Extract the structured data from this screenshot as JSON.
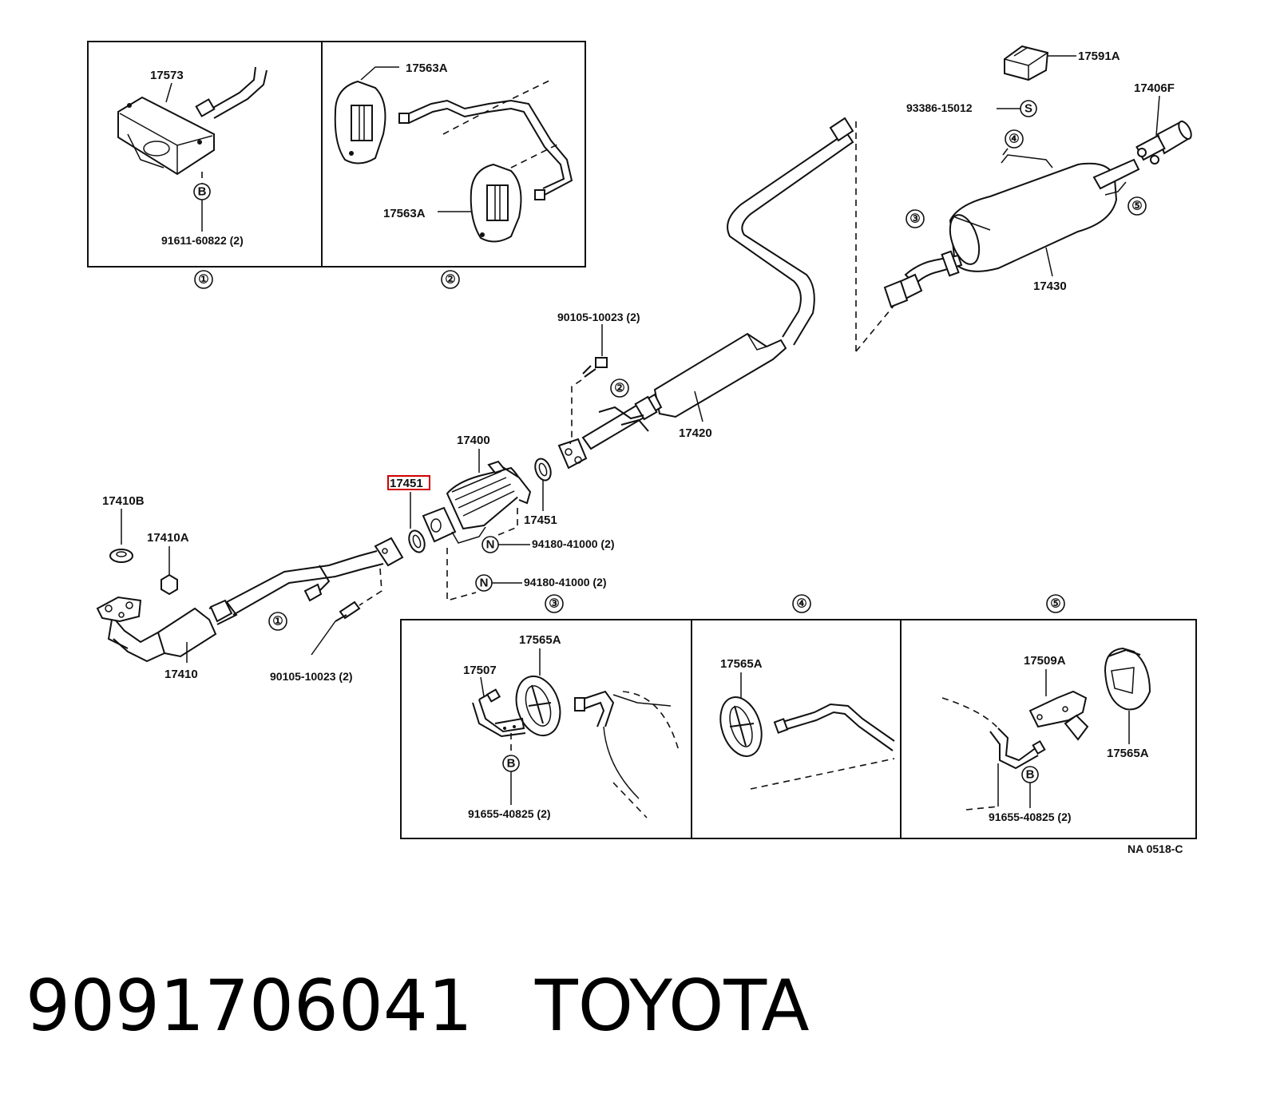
{
  "inset_boxes": {
    "box1": {
      "parts": [
        "17573",
        "91611-60822 (2)"
      ],
      "code": "B",
      "number": "①"
    },
    "box2": {
      "parts": [
        "17563A",
        "17563A"
      ],
      "number": "②"
    }
  },
  "main_parts": {
    "p17591A": "17591A",
    "p17406F": "17406F",
    "p93386": "93386-15012",
    "code_S": "S",
    "n3": "③",
    "n4": "④",
    "n5": "⑤",
    "p17430": "17430",
    "p90105_top": "90105-10023 (2)",
    "n2": "②",
    "p17420": "17420",
    "p17400": "17400",
    "p17451_hl": "17451",
    "p17451": "17451",
    "p17410B": "17410B",
    "p17410A": "17410A",
    "p94180_a": "94180-41000 (2)",
    "p94180_b": "94180-41000 (2)",
    "code_N": "N",
    "n1": "①",
    "p17410": "17410",
    "p90105_bottom": "90105-10023 (2)"
  },
  "detail_boxes": {
    "d3": {
      "number": "③",
      "parts": [
        "17565A",
        "17507",
        "91655-40825 (2)"
      ],
      "code": "B"
    },
    "d4": {
      "number": "④",
      "parts": [
        "17565A"
      ]
    },
    "d5": {
      "number": "⑤",
      "parts": [
        "17509A",
        "17565A",
        "91655-40825 (2)"
      ],
      "code": "B"
    }
  },
  "drawing_code": "NA 0518-C",
  "footer": {
    "part_number": "9091706041",
    "brand": "TOYOTA"
  },
  "colors": {
    "line": "#111111",
    "highlight": "#d00000",
    "background": "#ffffff"
  }
}
